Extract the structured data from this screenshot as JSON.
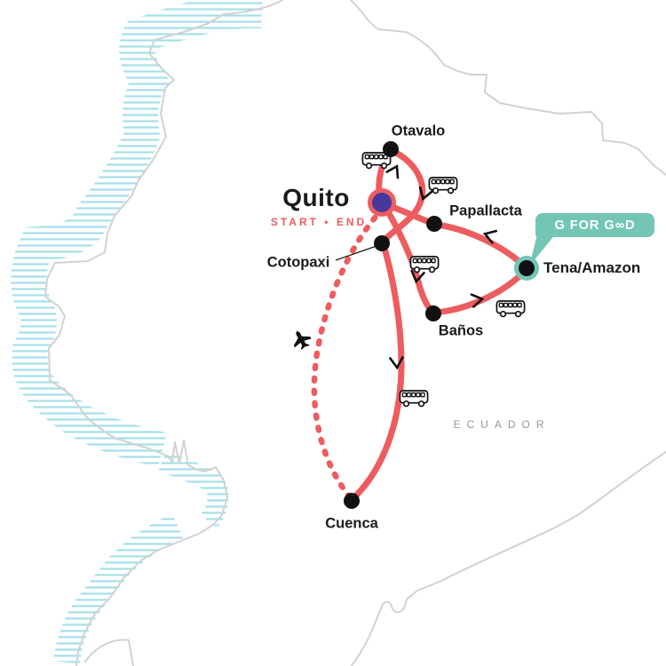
{
  "title": "Ecuador tour route map",
  "country": {
    "label": "ECUADOR"
  },
  "badge": {
    "label": "G FOR GOOD",
    "display": "G FOR G∞D"
  },
  "locations": {
    "quito": {
      "name": "Quito",
      "subtitle": "START • END"
    },
    "otavalo": {
      "name": "Otavalo"
    },
    "papallacta": {
      "name": "Papallacta"
    },
    "tena": {
      "name": "Tena/Amazon"
    },
    "banos": {
      "name": "Baños"
    },
    "cotopaxi": {
      "name": "Cotopaxi"
    },
    "cuenca": {
      "name": "Cuenca"
    }
  },
  "transport": {
    "bus_segments": [
      "Quito–Otavalo",
      "Otavalo–Cotopaxi",
      "Quito–Baños",
      "Baños–Tena",
      "Cotopaxi–Cuenca"
    ],
    "flight_segments": [
      "Cuenca–Quito"
    ]
  },
  "colors": {
    "route": "#ED5C5F",
    "marker": "#46399B",
    "good": "#74C6B4",
    "hatch": "#A3E0E8",
    "border": "#D2D2D2",
    "label": "#1A1A1A",
    "country": "#98989D"
  }
}
